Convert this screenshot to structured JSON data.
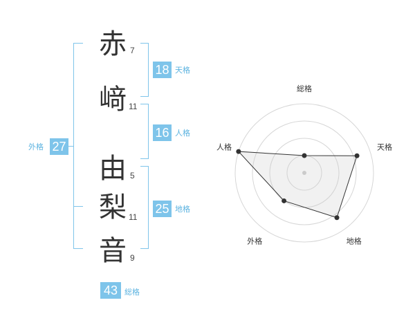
{
  "name": {
    "chars": [
      {
        "char": "赤",
        "strokes": "7"
      },
      {
        "char": "﨑",
        "strokes": "11"
      },
      {
        "char": "由",
        "strokes": "5"
      },
      {
        "char": "梨",
        "strokes": "11"
      },
      {
        "char": "音",
        "strokes": "9"
      }
    ]
  },
  "kaku": {
    "tenkaku": {
      "value": "18",
      "label": "天格"
    },
    "jinkaku": {
      "value": "16",
      "label": "人格"
    },
    "chikaku": {
      "value": "25",
      "label": "地格"
    },
    "gaikaku": {
      "value": "27",
      "label": "外格"
    },
    "soukaku": {
      "value": "43",
      "label": "総格"
    }
  },
  "colors": {
    "accent": "#7ec4ea",
    "label": "#5cb3e0"
  },
  "chart_data": {
    "type": "radar",
    "axes": [
      "総格",
      "天格",
      "地格",
      "外格",
      "人格"
    ],
    "values": [
      0.25,
      0.8,
      0.8,
      0.5,
      1.0
    ],
    "rings": 4,
    "range": [
      0,
      1
    ]
  }
}
